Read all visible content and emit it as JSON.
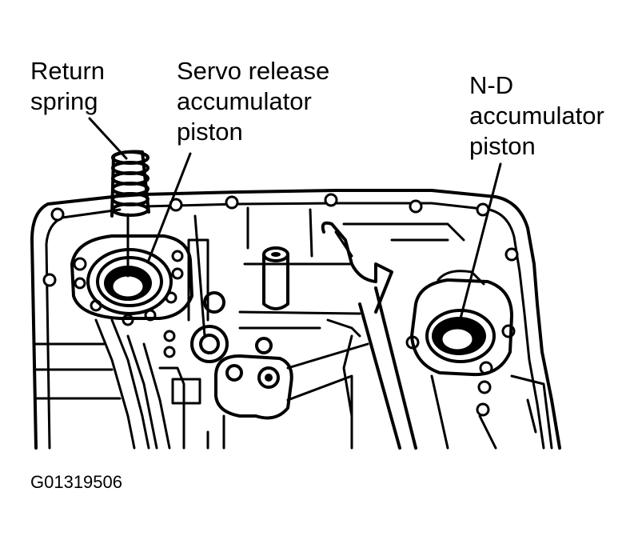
{
  "labels": {
    "return_spring": [
      "Return",
      "spring"
    ],
    "servo_release": [
      "Servo release",
      "accumulator",
      "piston"
    ],
    "nd_accumulator": [
      "N-D",
      "accumulator",
      "piston"
    ]
  },
  "figure_code": "G01319506",
  "colors": {
    "ink": "#000000",
    "paper": "#ffffff"
  }
}
